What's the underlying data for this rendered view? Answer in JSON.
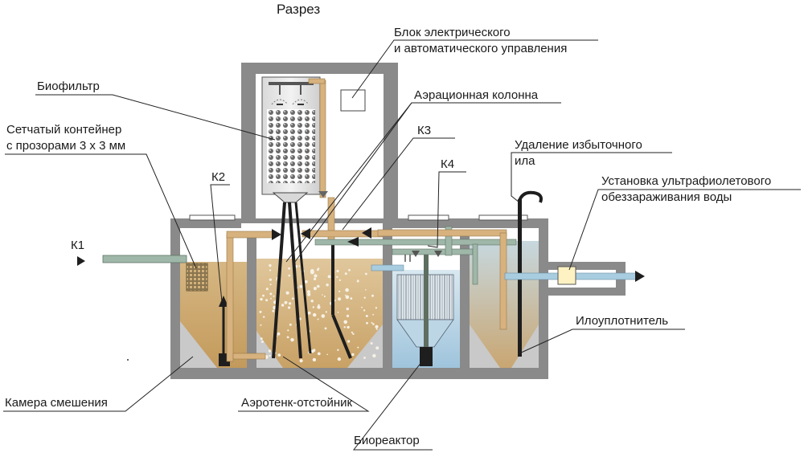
{
  "title": "Разрез",
  "labels": {
    "control_unit_l1": "Блок электрического",
    "control_unit_l2": "и автоматического управления",
    "biofilter": "Биофильтр",
    "aeration_column": "Аэрационная колонна",
    "mesh_container_l1": "Сетчатый контейнер",
    "mesh_container_l2": "с прозорами 3 х 3 мм",
    "k3": "К3",
    "k4": "К4",
    "k2": "К2",
    "k1": "К1",
    "sludge_removal_l1": "Удаление избыточного",
    "sludge_removal_l2": "ила",
    "uv_unit_l1": "Установка ультрафиолетового",
    "uv_unit_l2": "обеззараживания воды",
    "sludge_thickener": "Илоуплотнитель",
    "mixing_chamber": "Камера смешения",
    "aerotank": "Аэротенк-отстойник",
    "bioreactor": "Биореактор"
  },
  "colors": {
    "concrete": "#8a8a8a",
    "concrete_dark": "#6f6f6f",
    "sludge": "#c9a56a",
    "sludge_light": "#d8bd8a",
    "bio_water": "#bcd6e6",
    "clear_water": "#cfe3ee",
    "pipe_tan": "#d7b27e",
    "pipe_green": "#9fb7a8",
    "pipe_blue": "#a9cde0",
    "dark": "#1e1e1e"
  }
}
